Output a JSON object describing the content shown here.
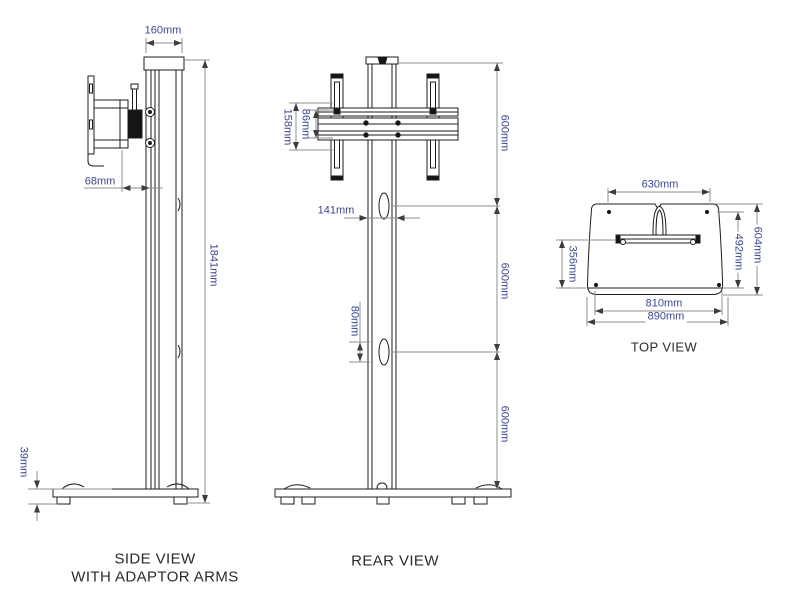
{
  "colors": {
    "dimension_text": "#3a478f",
    "dimension_line": "#8f8f8f",
    "arrow": "#3c3c3c",
    "outline": "#1d1d1d",
    "background": "#ffffff",
    "caption_text": "#2a2a2a"
  },
  "side_view": {
    "caption_line1": "SIDE VIEW",
    "caption_line2": "WITH ADAPTOR ARMS",
    "dims": {
      "column_top_width": "160mm",
      "arm_to_column": "68mm",
      "overall_height": "1841mm",
      "base_height": "39mm"
    }
  },
  "rear_view": {
    "caption": "REAR VIEW",
    "dims": {
      "bracket_outer": "158mm",
      "bracket_inner": "86mm",
      "column_width": "141mm",
      "cable_slot": "80mm",
      "upper_segment": "600mm",
      "middle_segment": "600mm",
      "lower_segment": "600mm"
    }
  },
  "top_view": {
    "caption": "TOP VIEW",
    "dims": {
      "bracket_width": "630mm",
      "inner_base_width": "810mm",
      "base_width": "890mm",
      "front_depth": "356mm",
      "inner_depth": "492mm",
      "base_depth": "604mm"
    }
  }
}
